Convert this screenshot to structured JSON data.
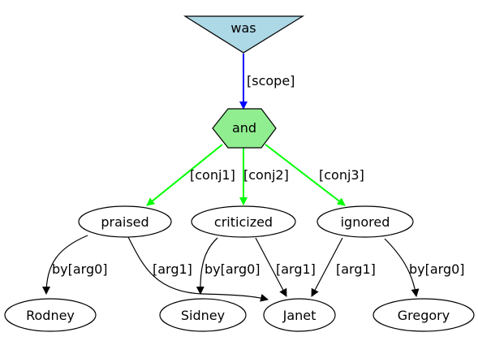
{
  "colors": {
    "root_fill": "#add8e6",
    "and_fill": "#90ee90",
    "scope_edge": "#0000ff",
    "conj_edge": "#00ff00",
    "node_stroke": "#000000",
    "default_edge": "#000000",
    "background": "#ffffff"
  },
  "nodes": {
    "was": "was",
    "and": "and",
    "praised": "praised",
    "criticized": "criticized",
    "ignored": "ignored",
    "rodney": "Rodney",
    "sidney": "Sidney",
    "janet": "Janet",
    "gregory": "Gregory"
  },
  "edges": {
    "scope": "[scope]",
    "conj1": "[conj1]",
    "conj2": "[conj2]",
    "conj3": "[conj3]",
    "praised_byarg0": "by[arg0]",
    "praised_arg1": "[arg1]",
    "criticized_byarg0": "by[arg0]",
    "criticized_arg1": "[arg1]",
    "ignored_arg1": "[arg1]",
    "ignored_byarg0": "by[arg0]"
  }
}
